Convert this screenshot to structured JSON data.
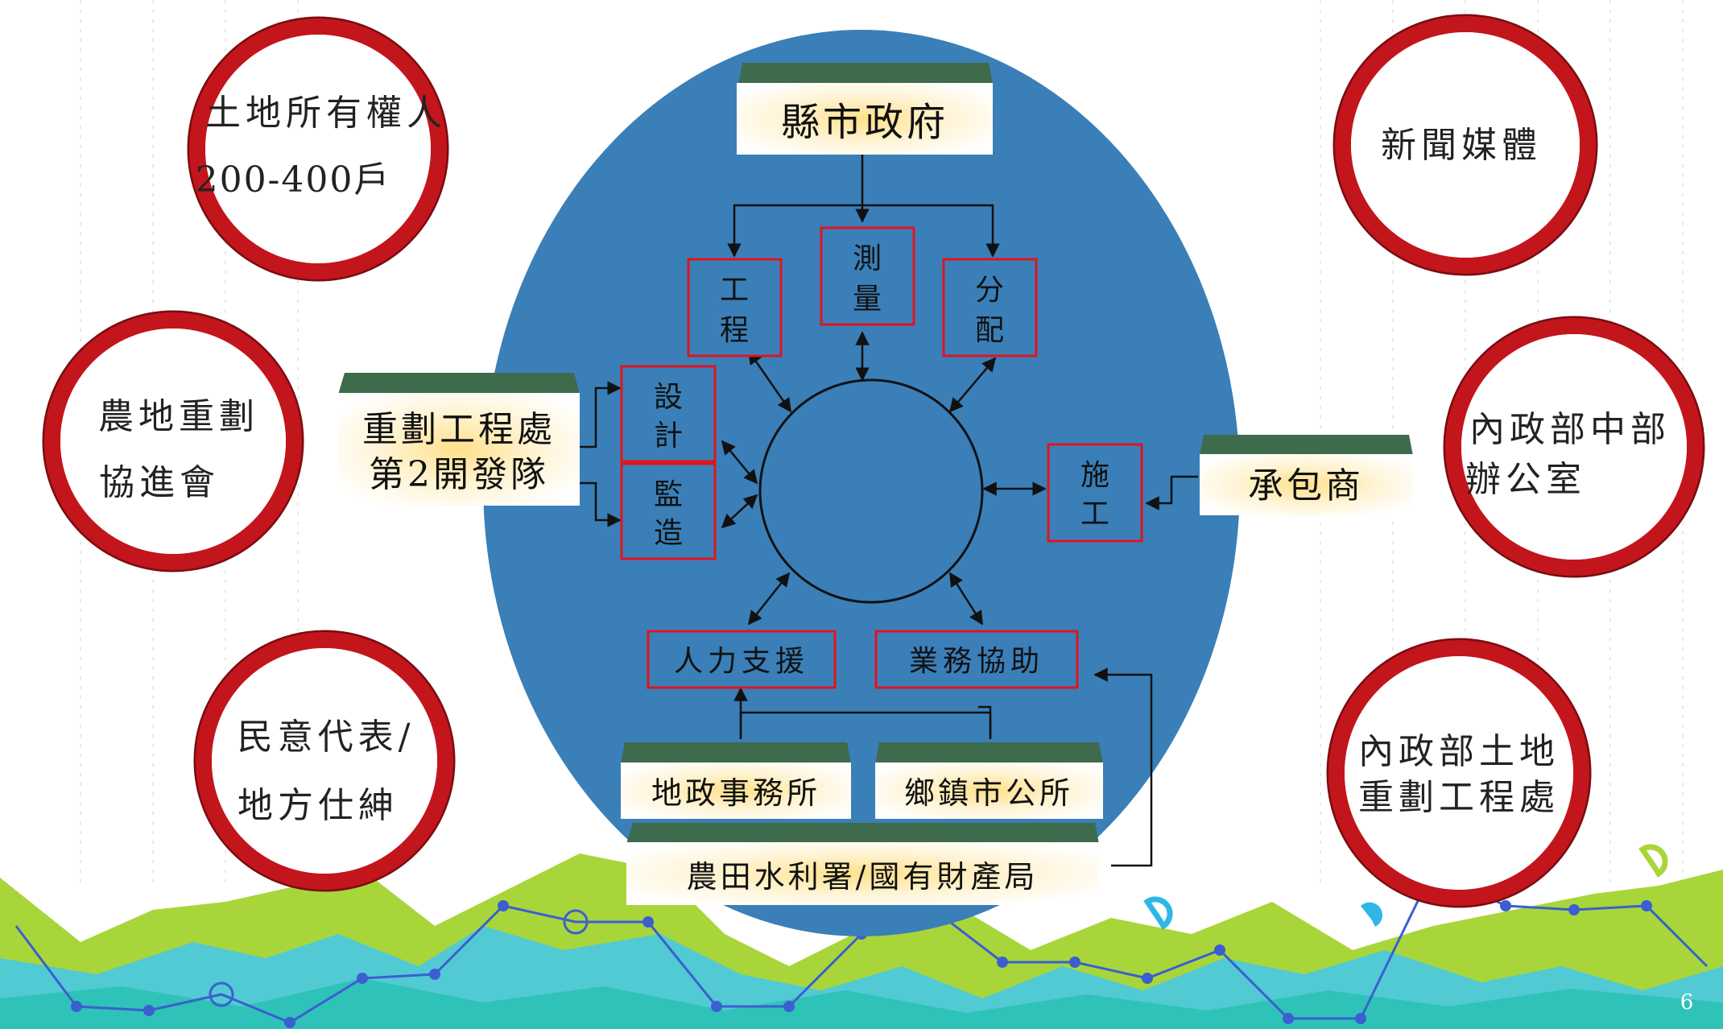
{
  "slide": {
    "page_number": "6"
  },
  "stakeholders": {
    "landowners": {
      "line1": "土地所有權人",
      "line2": "200-400戶"
    },
    "farm_association": {
      "line1": "農地重劃",
      "line2": "協進會"
    },
    "representatives": {
      "line1": "民意代表/",
      "line2": "地方仕紳"
    },
    "media": {
      "line1": "新聞媒體"
    },
    "moi_central_office": {
      "line1": "內政部中部",
      "line2": "辦公室"
    },
    "moi_land_agency": {
      "line1": "內政部土地",
      "line2": "重劃工程處"
    }
  },
  "organizations": {
    "county_government": "縣市政府",
    "engineering_team": {
      "line1": "重劃工程處",
      "line2": "第2開發隊"
    },
    "contractor": "承包商",
    "land_office": "地政事務所",
    "township_office": "鄉鎮市公所",
    "irrigation_agency": "農田水利署/國有財產局"
  },
  "tasks": {
    "engineering": [
      "工",
      "程"
    ],
    "surveying": [
      "測",
      "量"
    ],
    "allocation": [
      "分",
      "配"
    ],
    "design": [
      "設",
      "計"
    ],
    "supervision": [
      "監",
      "造"
    ],
    "construction": [
      "施",
      "工"
    ],
    "manpower_support": "人力支援",
    "business_assistance": "業務協助"
  },
  "colors": {
    "big_circle": "#3a7fb8",
    "ring_red": "#c3151c",
    "ring_dark": "#7a0c10",
    "roof": "#3d6b4b",
    "task_border": "#e0141e",
    "wave_green": "#a8d63a",
    "wave_teal": "#2fc2b8",
    "wave_cyan": "#43c8ee",
    "line_blue": "#3b5fd0"
  }
}
